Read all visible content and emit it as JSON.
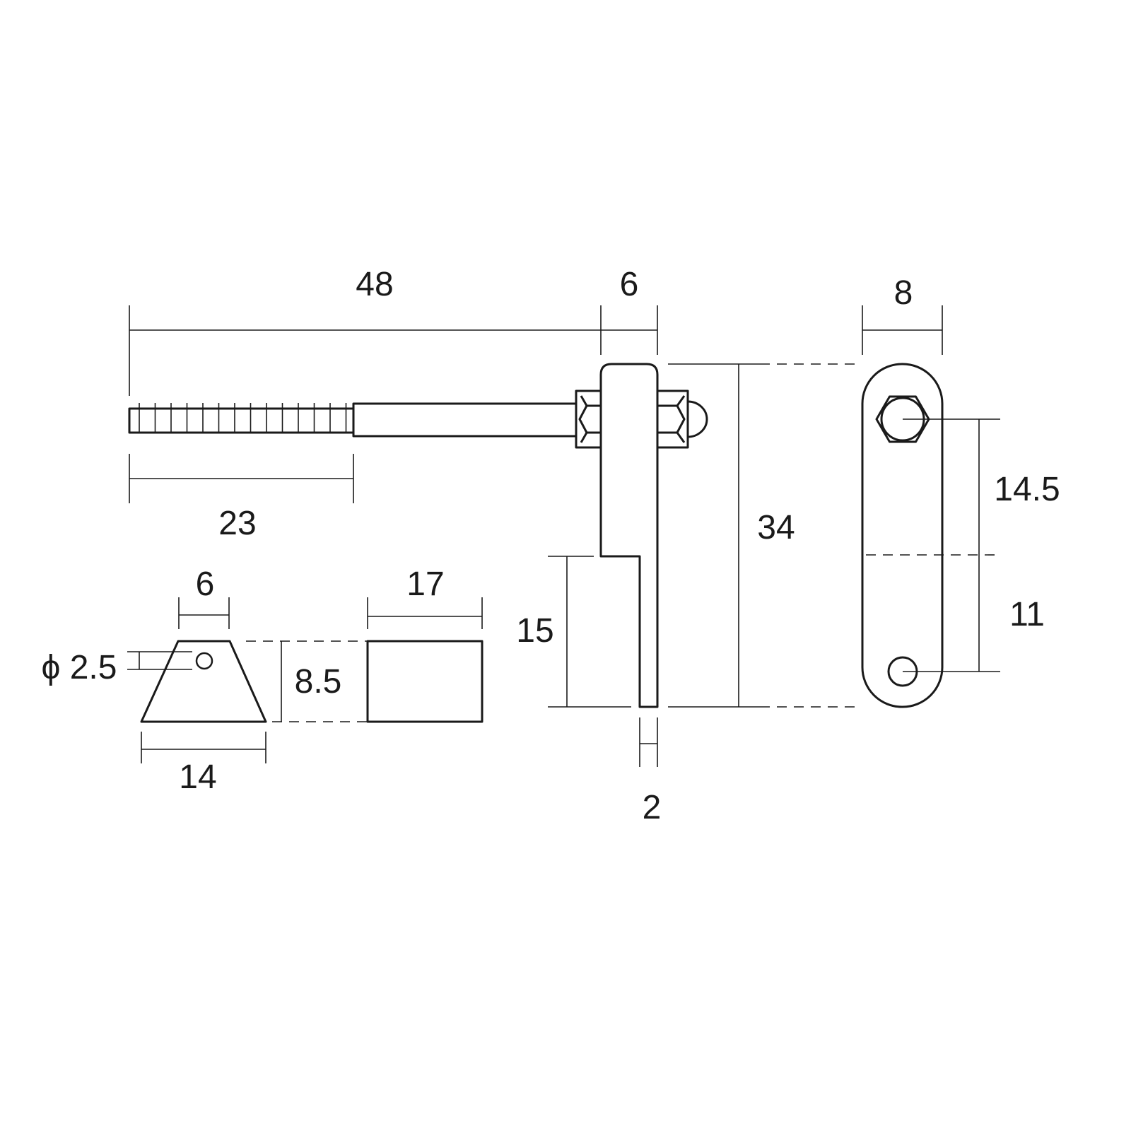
{
  "dimensions": {
    "total_length": "48",
    "thread_length": "23",
    "bracket_width": "6",
    "bracket_height": "34",
    "step_height": "15",
    "tip_thickness": "2",
    "plate_width": "8",
    "upper_spacing": "14.5",
    "lower_spacing": "11",
    "wedge_top": "6",
    "wedge_bottom": "14",
    "wedge_height": "8.5",
    "hole_diameter": "ϕ 2.5",
    "block_length": "17"
  }
}
